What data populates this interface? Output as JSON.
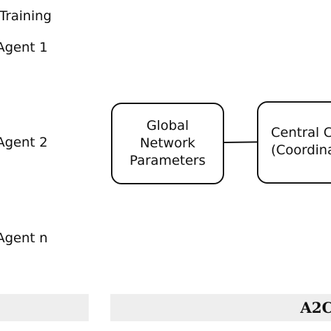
{
  "diagram": {
    "title": "Training",
    "agents": [
      "Agent 1",
      "Agent 2",
      "Agent n"
    ],
    "global_box": {
      "lines": [
        "Global",
        "Network",
        "Parameters"
      ]
    },
    "central_box": {
      "lines": [
        "Central C",
        "(Coordina"
      ]
    },
    "footer": {
      "label": "A2C"
    }
  }
}
